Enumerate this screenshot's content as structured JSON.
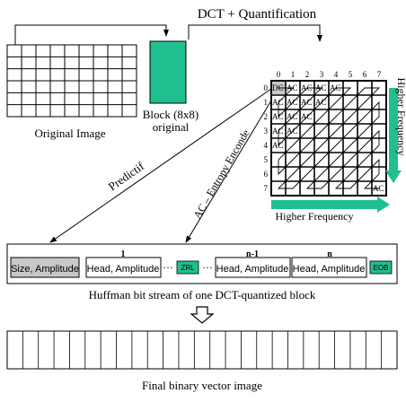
{
  "labels": {
    "dct_quant": "DCT + Quantification",
    "block": "Block (8x8)",
    "block_sub": "original",
    "original_image": "Original Image",
    "higher_freq_v": "Higher Frequency",
    "higher_freq_h": "Higher Frequency",
    "predictif": "Predictif",
    "ac_entropy": "AC – Entropy Enconde",
    "huffman_caption": "Huffman bit stream of one DCT-quantized block",
    "final_caption": "Final binary vector image"
  },
  "matrix": {
    "col_indices": [
      "0",
      "1",
      "2",
      "3",
      "4",
      "5",
      "6",
      "7"
    ],
    "row_indices": [
      "0",
      "1",
      "2",
      "3",
      "4",
      "5",
      "6",
      "7"
    ],
    "dc_label": "DC",
    "ac_label": "AC"
  },
  "stream": {
    "first": "Size, Amplitude",
    "idx1": "1",
    "idx_n1": "n-1",
    "idx_n": "n",
    "head_amp": "Head, Amplitude",
    "dots": "···",
    "zrl": "ZRL",
    "eob": "EOB"
  },
  "colors": {
    "teal": "#1fbf8f",
    "gray": "#c8c8c8",
    "line": "#000000"
  },
  "icons": [
    "down-arrow-icon",
    "right-arrow-icon"
  ]
}
